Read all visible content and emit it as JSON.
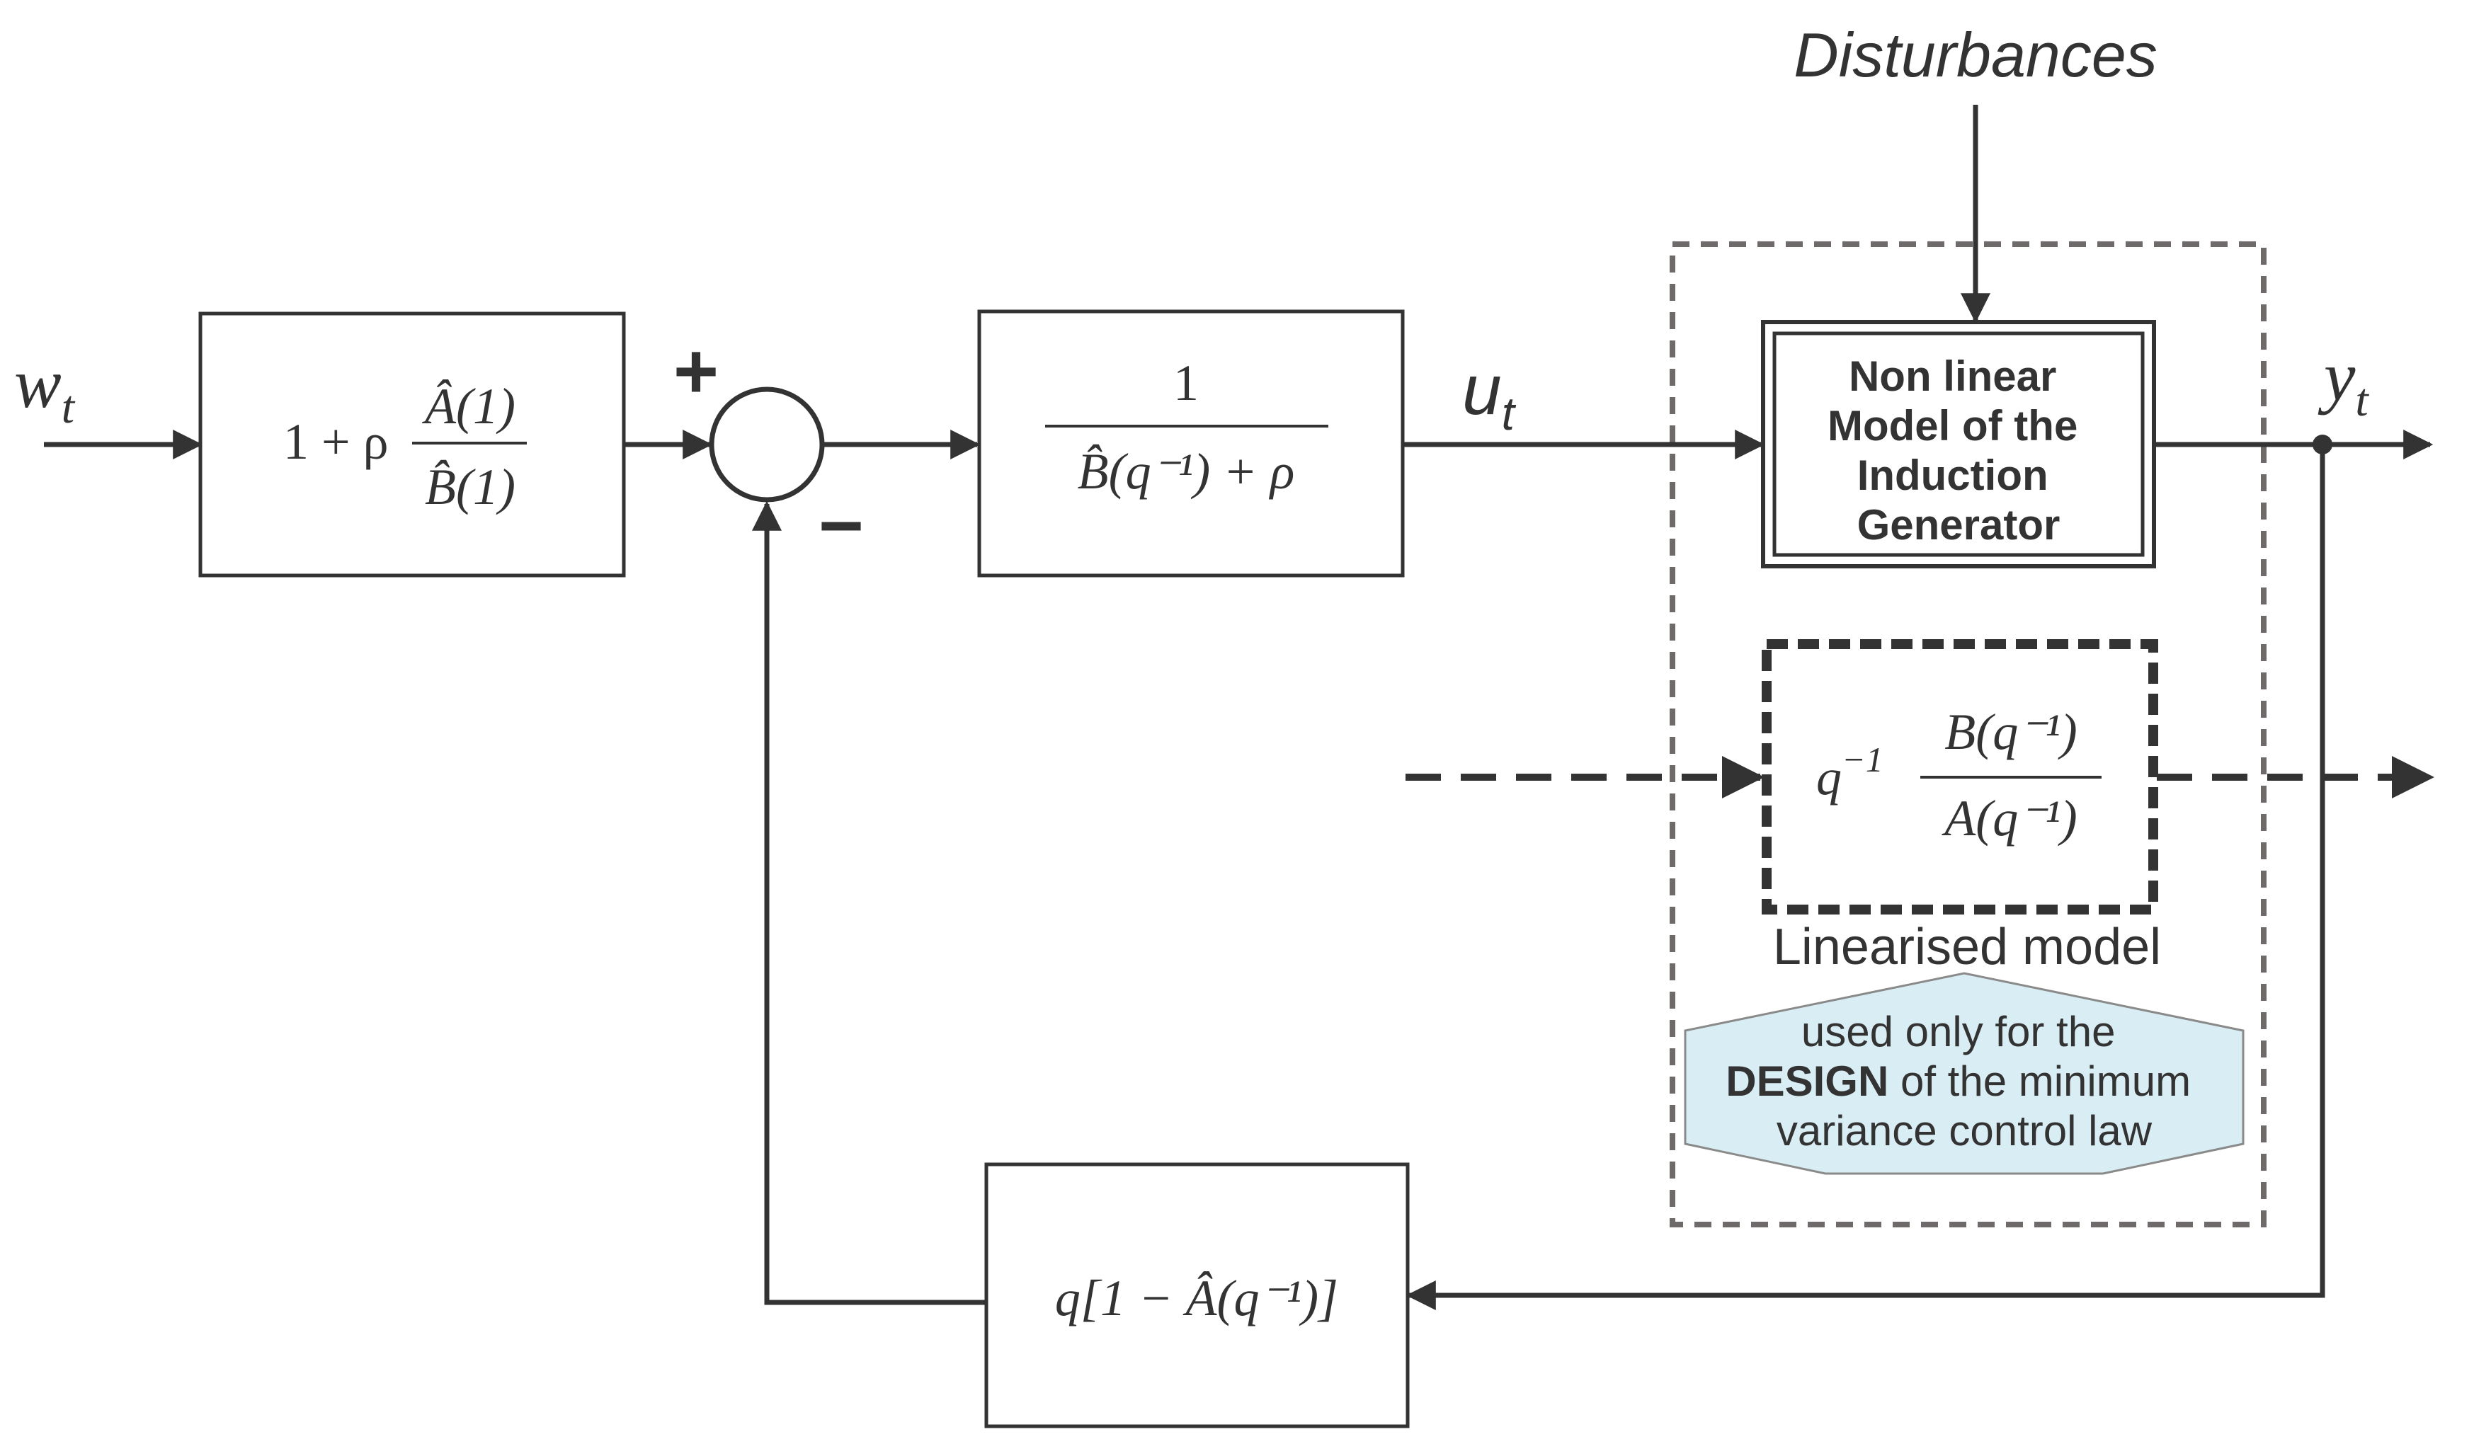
{
  "labels": {
    "disturbances": "Disturbances",
    "input_w": "w",
    "input_w_sub": "t",
    "control_u": "u",
    "control_u_sub": "t",
    "output_y": "y",
    "output_y_sub": "t",
    "plus_sign": "+",
    "minus_sign": "−",
    "linearised_model": "Linearised model"
  },
  "blocks": {
    "prefilter": {
      "lead": "1 + ρ",
      "numerator": "Â(1)",
      "denominator": "B̂(1)"
    },
    "controller": {
      "numerator": "1",
      "denominator": "B̂(q⁻¹) + ρ"
    },
    "plant": {
      "lines": [
        "Non linear",
        "Model of the",
        "Induction",
        "Generator"
      ]
    },
    "linear_model": {
      "lead": "q",
      "lead_sup": "−1",
      "numerator": "B(q⁻¹)",
      "denominator": "A(q⁻¹)"
    },
    "feedback": {
      "expr": "q[1 − Â(q⁻¹)]"
    }
  },
  "callout": {
    "line1": "used only for the",
    "line2_bold": "DESIGN",
    "line2_rest": " of the minimum",
    "line3": "variance control law"
  },
  "colors": {
    "stroke": "#333333",
    "callout_fill": "#d9eef4",
    "dashed_region": "#6e6a6a"
  }
}
